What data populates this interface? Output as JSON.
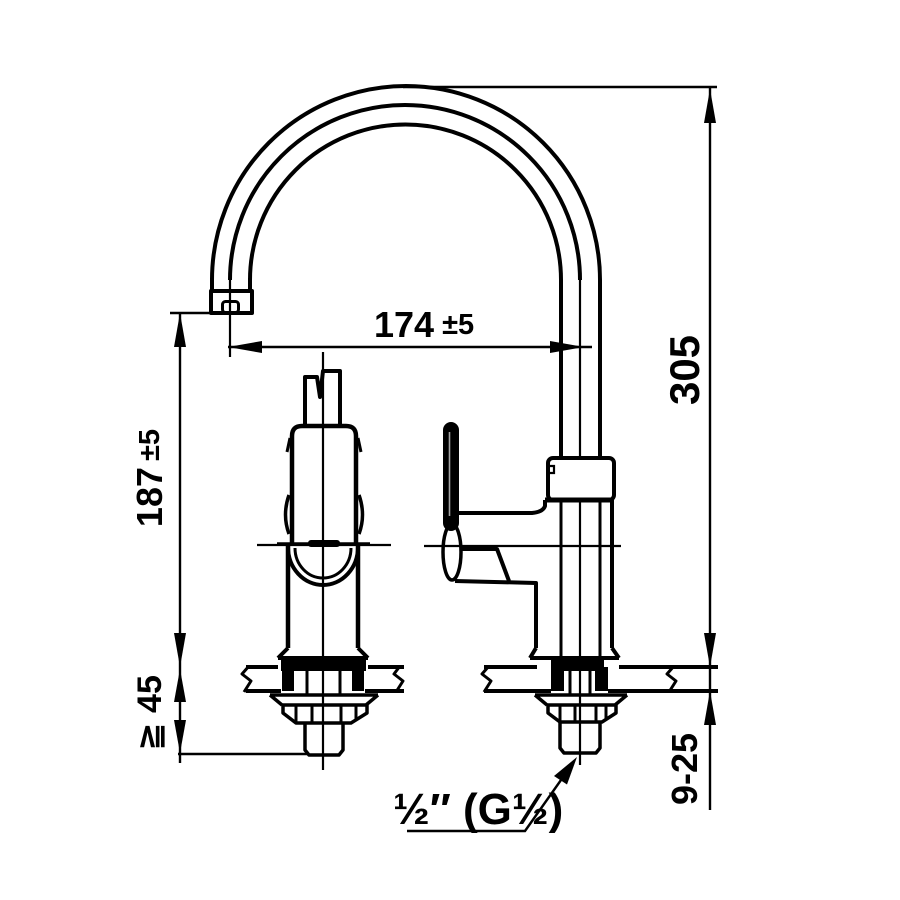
{
  "drawing": {
    "type": "faucet installation dimension drawing",
    "colors": {
      "line": "#000000",
      "background": "#ffffff"
    },
    "dims": {
      "reach": {
        "value": "174",
        "tol": "±5"
      },
      "height": {
        "value": "305"
      },
      "outlet": {
        "value": "187",
        "tol": "±5"
      },
      "clearance": {
        "value": "≧ 45"
      },
      "deck": {
        "value": "9-25"
      },
      "thread": {
        "value": "½″ (G½)"
      }
    }
  }
}
